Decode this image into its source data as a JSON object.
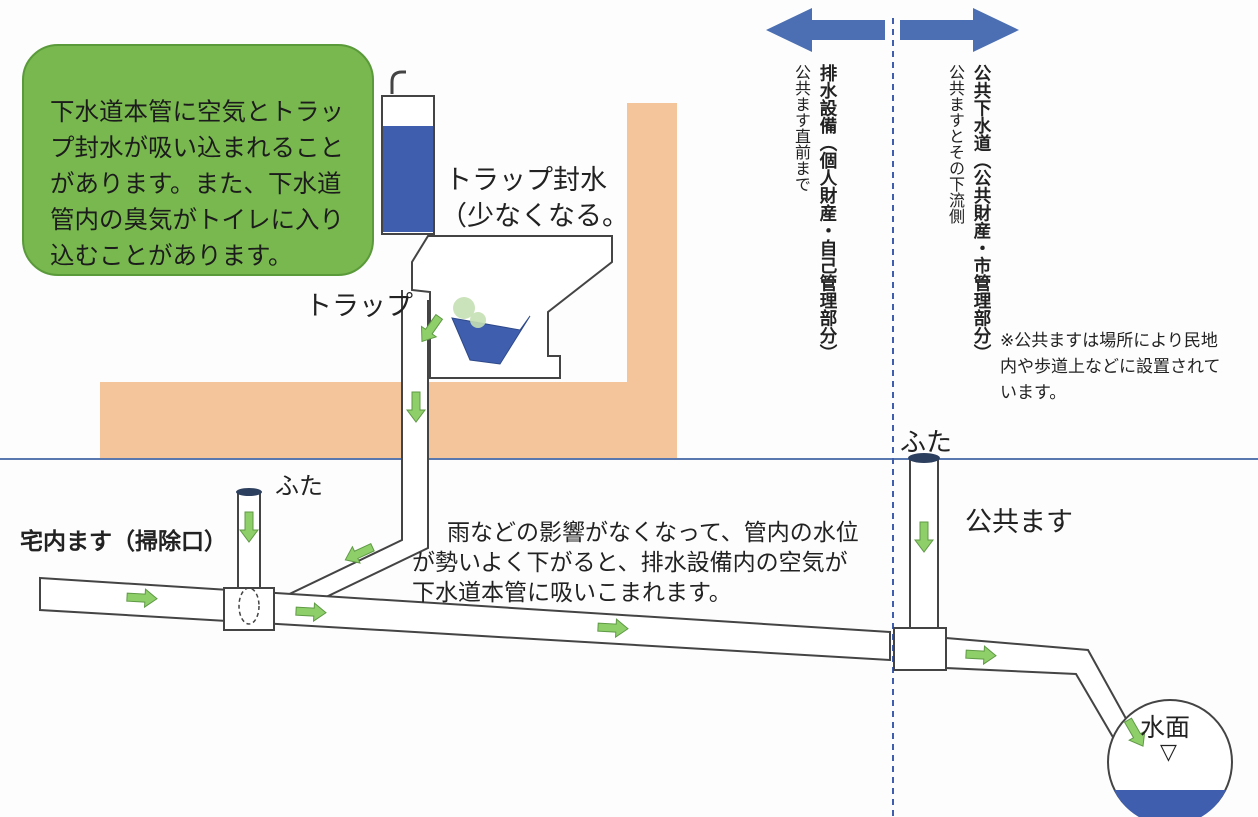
{
  "callout": {
    "lines": [
      "下水道本管に空気とトラッ",
      "プ封水が吸い込まれること",
      "があります。また、下水道",
      "管内の臭気がトイレに入り",
      "込むことがあります。"
    ]
  },
  "labels": {
    "trap_water": "トラップ封水",
    "trap_water_note": "（少なくなる。",
    "trap": "トラップ",
    "lid_left": "ふた",
    "house_box": "宅内ます（掃除口）",
    "description_lines": [
      "雨などの影響がなくなって、管内の水位",
      "が勢いよく下がると、排水設備内の空気が",
      "下水道本管に吸いこまれます。"
    ],
    "lid_right": "ふた",
    "public_box": "公共ます",
    "water_surface": "水面",
    "water_symbol": "▽",
    "note_lines": [
      "※公共ますは場所により民地",
      "内や歩道上などに設置されて",
      "います。"
    ]
  },
  "private_side": {
    "title": "排水設備（個人財産・自己管理部分）",
    "subtitle": "公共ます直前まで"
  },
  "public_side": {
    "title": "公共下水道（公共財産・市管理部分）",
    "subtitle": "公共ますとその下流側"
  },
  "colors": {
    "accent_blue": "#4b6fb2",
    "water_blue": "#3f5fae",
    "green_arrow": "#8fcf6a",
    "callout_green": "#78b84e",
    "building": "#f4c49a",
    "ground_line": "#5a78b0"
  }
}
